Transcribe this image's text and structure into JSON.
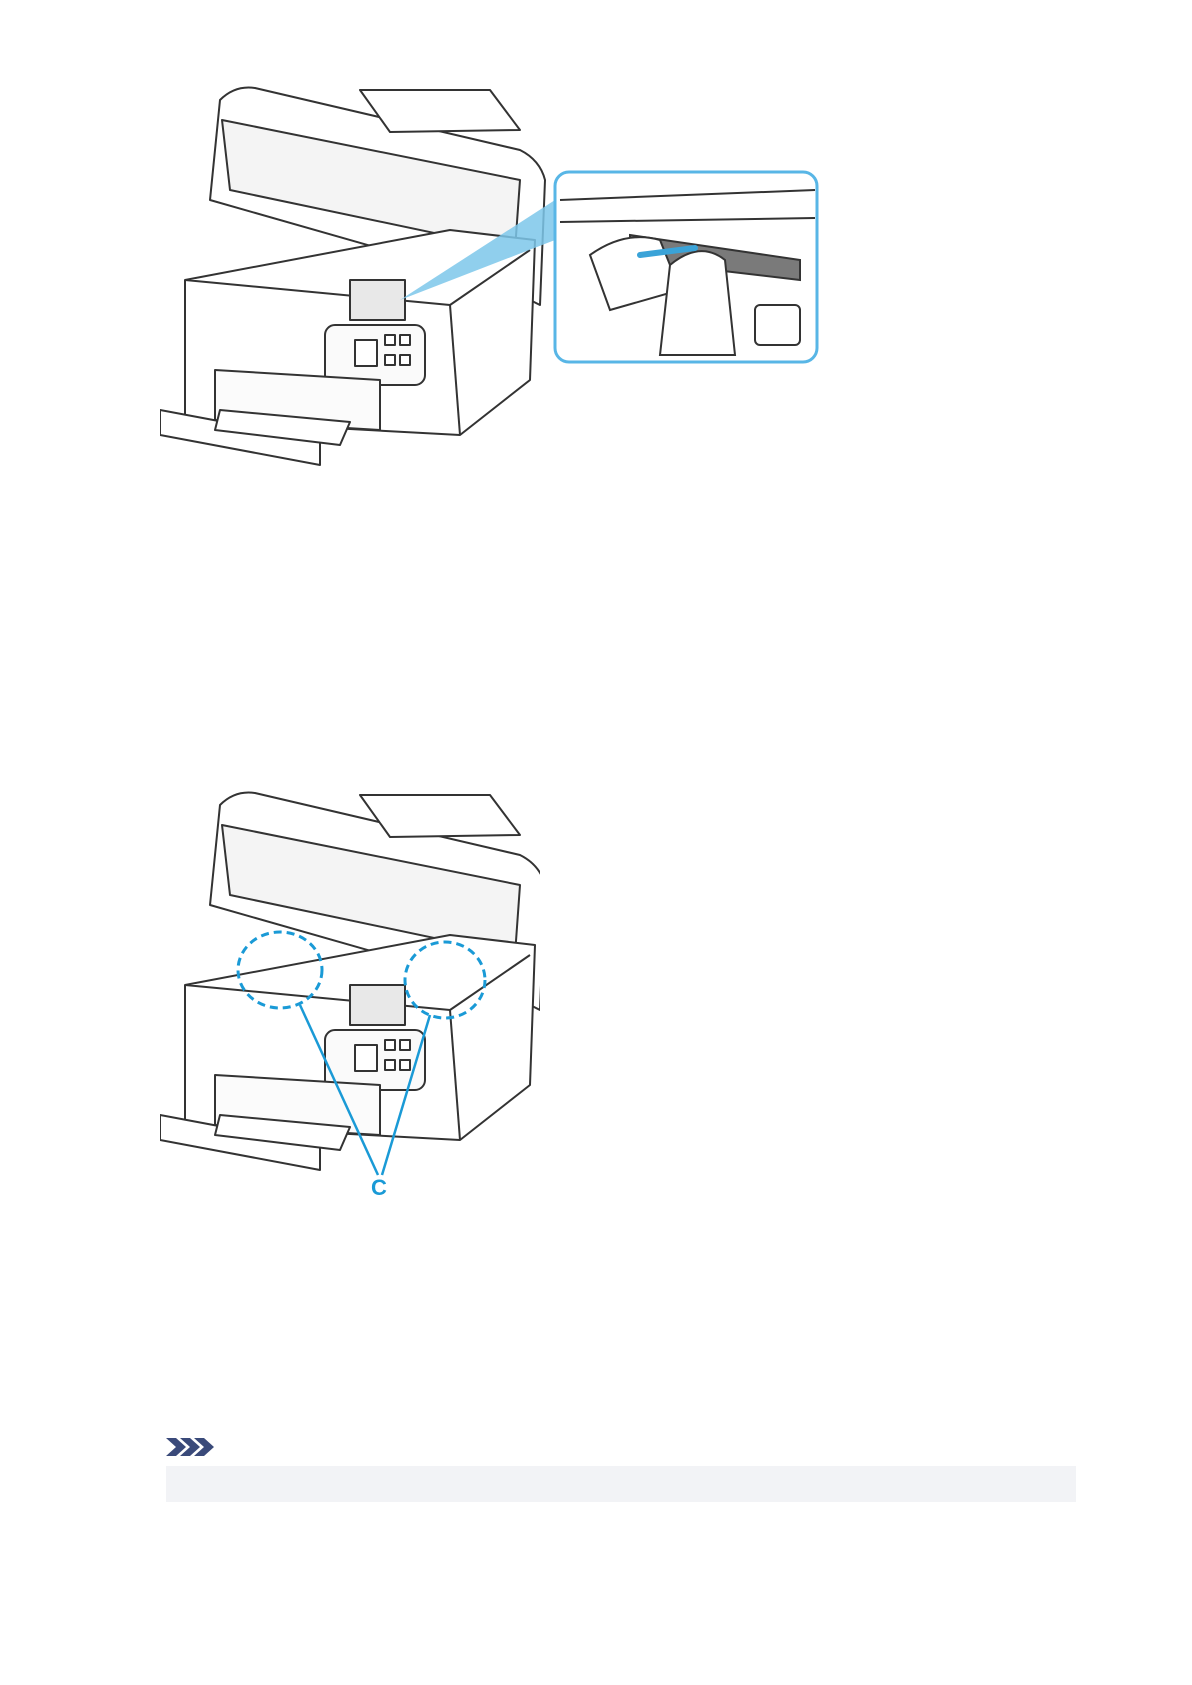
{
  "figures": [
    {
      "name": "printer-open-hands-remove-paper"
    },
    {
      "name": "printer-open-check-areas"
    }
  ],
  "callouts": {
    "c_label": "C"
  },
  "note": {
    "icon": "note-chevron-icon",
    "colors": {
      "icon": "#3a4a7a",
      "box": "#f2f3f6",
      "accent": "#1a9ad6"
    }
  }
}
